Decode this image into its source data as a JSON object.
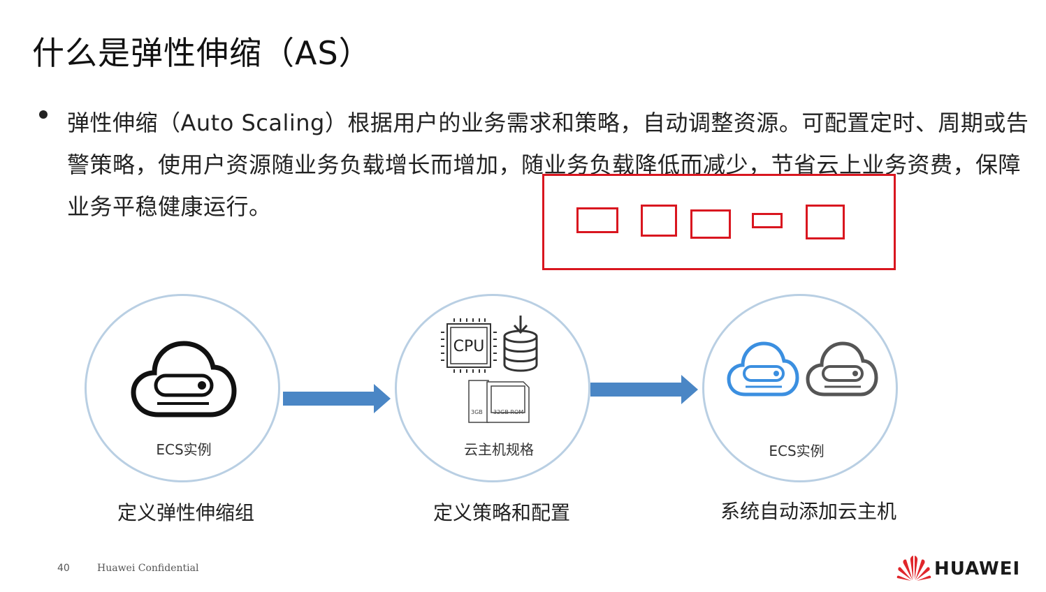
{
  "title": "什么是弹性伸缩（AS）",
  "bullet": "弹性伸缩（Auto Scaling）根据用户的业务需求和策略，自动调整资源。可配置定时、周期或告警策略，使用户资源随业务负载增长而增加，随业务负载降低而减少，节省云上业务资费，保障业务平稳健康运行。",
  "steps": [
    {
      "icon_label": "ECS实例",
      "label": "定义弹性伸缩组"
    },
    {
      "icon_label": "云主机规格",
      "label": "定义策略和配置"
    },
    {
      "icon_label": "ECS实例",
      "label": "系统自动添加云主机"
    }
  ],
  "spec_icons": {
    "cpu": "CPU",
    "card_a": "3GB",
    "card_b": "32GB ROM"
  },
  "footer": {
    "page_number": "40",
    "confidential": "Huawei Confidential",
    "brand": "HUAWEI"
  },
  "colors": {
    "arrow": "#4a86c5",
    "annotation": "#d9161f",
    "circle_border": "#b9cfe3",
    "cloud_blue": "#3b8fe0",
    "cloud_gray": "#555555",
    "logo_red": "#e0262b"
  }
}
